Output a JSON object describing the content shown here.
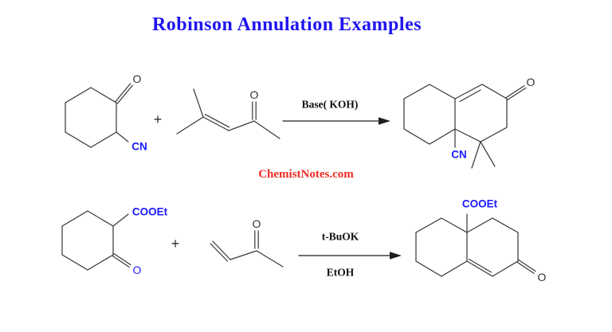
{
  "title": "Robinson Annulation Examples",
  "watermark": "ChemistNotes.com",
  "colors": {
    "title": "#1e14f0",
    "structure_label": "#1a1aff",
    "watermark": "#ee2b22",
    "bond": "#3b3b3b",
    "arrow": "#1f1f1f"
  },
  "reaction1": {
    "reactant1": {
      "carbonyl_label": "O",
      "substituent_label": "CN"
    },
    "plus": "+",
    "reactant2": {
      "carbonyl_label": "O"
    },
    "conditions_above": "Base( KOH)",
    "product": {
      "carbonyl_label": "O",
      "substituent_label": "CN"
    }
  },
  "reaction2": {
    "reactant1": {
      "substituent_label": "COOEt",
      "carbonyl_label": "O"
    },
    "plus": "+",
    "reactant2": {
      "carbonyl_label": "O"
    },
    "conditions_above": "t-BuOK",
    "conditions_below": "EtOH",
    "product": {
      "substituent_label": "COOEt",
      "carbonyl_label": "O"
    }
  }
}
